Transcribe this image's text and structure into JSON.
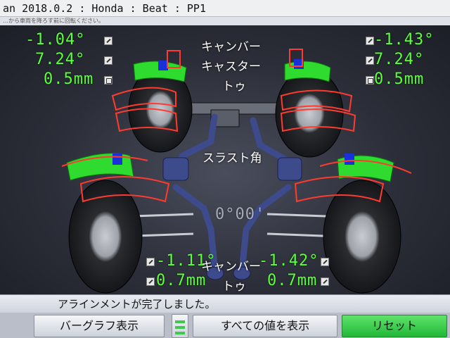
{
  "header": {
    "title": "an 2018.0.2 : Honda : Beat : PP1",
    "subtitle": "…から車両を降ろす前に回転ください。"
  },
  "front": {
    "left": {
      "camber": "-1.04°",
      "caster": "7.24°",
      "toe": "0.5mm"
    },
    "right": {
      "camber": "-1.43°",
      "caster": "7.24°",
      "toe": "0.5mm"
    },
    "labels": {
      "camber": "キャンバー",
      "caster": "キャスター",
      "toe": "トゥ"
    }
  },
  "thrust": {
    "label": "スラスト角",
    "value": "0°00'"
  },
  "rear": {
    "left": {
      "camber": "-1.11°",
      "toe": "0.7mm"
    },
    "right": {
      "camber": "-1.42°",
      "toe": "0.7mm"
    },
    "labels": {
      "camber": "キャンバー",
      "toe": "トゥ"
    }
  },
  "status": {
    "message": "アラインメントが完了しました。"
  },
  "buttons": {
    "bar_graph": "バーグラフ表示",
    "show_all": "すべての値を表示",
    "reset": "リセット"
  },
  "colors": {
    "value_green": "#5cff3a",
    "reset_green": "#28c040",
    "chassis_blue": "#3d4a8c"
  }
}
